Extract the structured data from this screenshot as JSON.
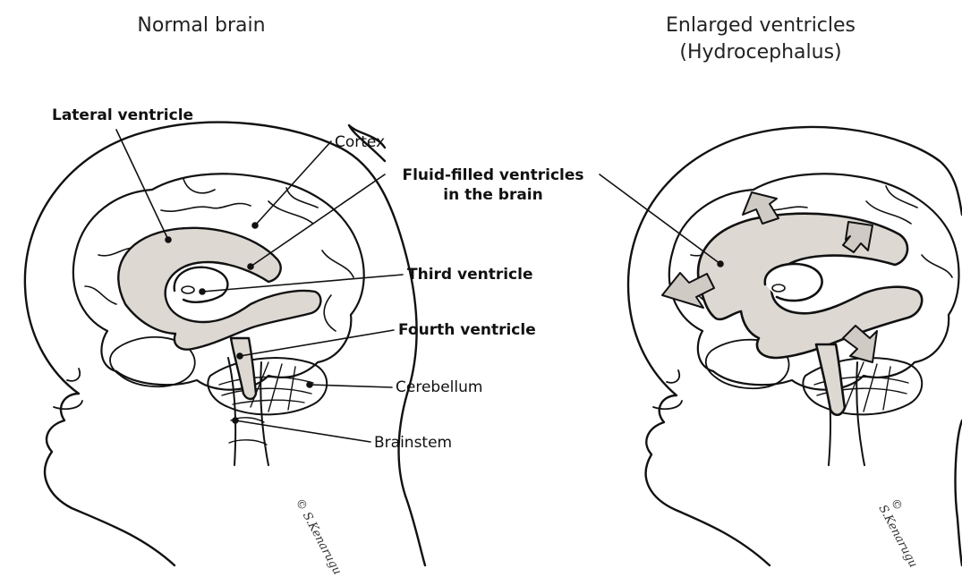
{
  "titles": {
    "left": "Normal brain",
    "right_line1": "Enlarged ventricles",
    "right_line2": "(Hydrocephalus)"
  },
  "labels": {
    "lateral_ventricle": "Lateral ventricle",
    "cortex": "Cortex",
    "fluid_line1": "Fluid-filled ventricles",
    "fluid_line2": "in the brain",
    "third_ventricle": "Third ventricle",
    "fourth_ventricle": "Fourth ventricle",
    "cerebellum": "Cerebellum",
    "brainstem": "Brainstem"
  },
  "signature": "© S.Kenarugu",
  "colors": {
    "ventricle_fill": "#ddd8d2",
    "line": "#111111",
    "arrow_fill": "#cfcac4"
  }
}
